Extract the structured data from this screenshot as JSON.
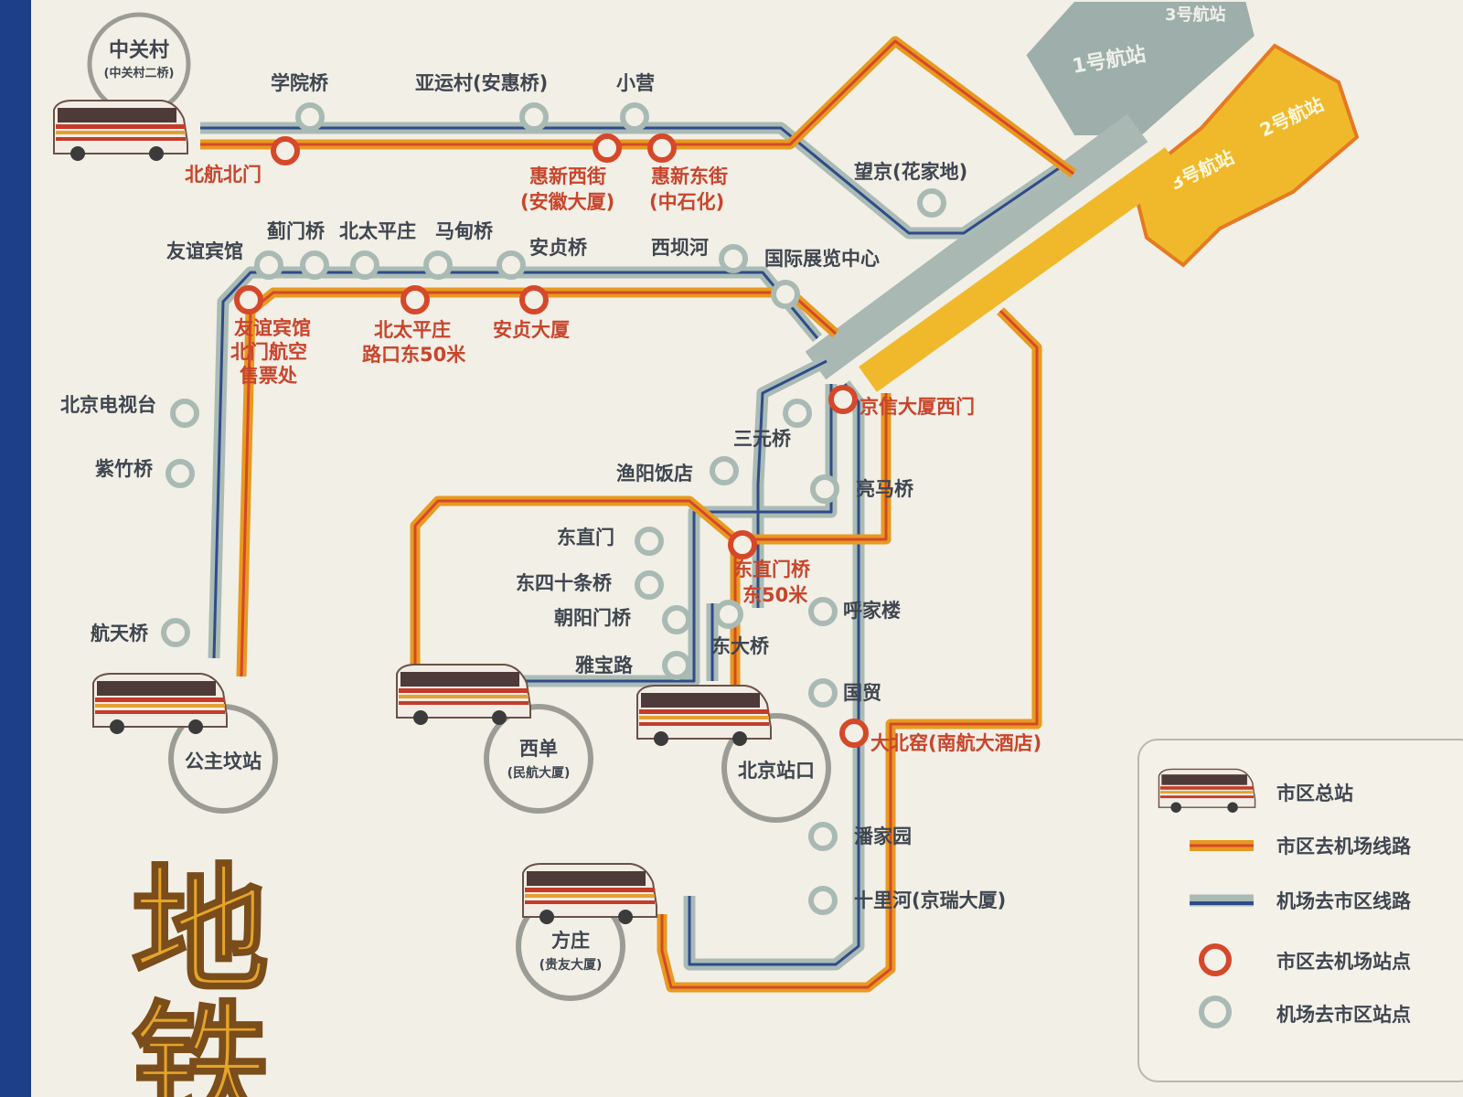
{
  "colors": {
    "to_airport_outer": "#e79a1f",
    "to_airport_inner": "#d5482a",
    "to_city_outer": "#aabbb5",
    "to_city_inner": "#2f4b8a",
    "terminal_gray": "#9eaeaa",
    "terminal_yellow": "#f0b92b",
    "label_red": "#c8452c",
    "label_dark": "#3f4650",
    "stop_red": "#d5482a",
    "stop_gray": "#a9bab4"
  },
  "terminals": {
    "t1": "1号航站",
    "t2": "2号航站",
    "t3": "3号航站",
    "t_extra": "3号航站"
  },
  "hubs": {
    "zhongguancun": {
      "name": "中关村",
      "sub": "(中关村二桥)"
    },
    "gongzhufen": {
      "name": "公主坟站"
    },
    "xidan": {
      "name": "西单",
      "sub": "(民航大厦)"
    },
    "beijingzhan": {
      "name": "北京站口"
    },
    "fangzhuang": {
      "name": "方庄",
      "sub": "(贵友大厦)"
    }
  },
  "stations_to_city": [
    {
      "id": "xueyuanqiao",
      "name": "学院桥"
    },
    {
      "id": "yayuncun",
      "name": "亚运村(安惠桥)"
    },
    {
      "id": "xiaoying",
      "name": "小营"
    },
    {
      "id": "wangjing",
      "name": "望京(花家地)"
    },
    {
      "id": "youyibinguan",
      "name": "友谊宾馆"
    },
    {
      "id": "weigongcun",
      "name": "蓟门桥"
    },
    {
      "id": "beitaipingzhuang",
      "name": "北太平庄"
    },
    {
      "id": "madianqiao",
      "name": "马甸桥"
    },
    {
      "id": "anzhenqiao",
      "name": "安贞桥"
    },
    {
      "id": "xibahe",
      "name": "西坝河"
    },
    {
      "id": "guojizhanlan",
      "name": "国际展览中心"
    },
    {
      "id": "beijingdianshitai",
      "name": "北京电视台"
    },
    {
      "id": "zizhuqiao",
      "name": "紫竹桥"
    },
    {
      "id": "hangtianqiao",
      "name": "航天桥"
    },
    {
      "id": "sanyuanqiao",
      "name": "三元桥"
    },
    {
      "id": "yuyangfandian",
      "name": "渔阳饭店"
    },
    {
      "id": "liangmaqiao",
      "name": "亮马桥"
    },
    {
      "id": "dongzhimen",
      "name": "东直门"
    },
    {
      "id": "dongsishitiao",
      "name": "东四十条桥"
    },
    {
      "id": "chaoyangmen",
      "name": "朝阳门桥"
    },
    {
      "id": "yabaolu",
      "name": "雅宝路"
    },
    {
      "id": "dongdaqiao",
      "name": "东大桥"
    },
    {
      "id": "hujialou",
      "name": "呼家楼"
    },
    {
      "id": "guomao",
      "name": "国贸"
    },
    {
      "id": "panjiayuan",
      "name": "潘家园"
    },
    {
      "id": "shilihe",
      "name": "十里河(京瑞大厦)"
    }
  ],
  "stations_to_airport": [
    {
      "id": "beihangbeimen",
      "name": "北航北门"
    },
    {
      "id": "huixinxijie",
      "name": "惠新西街",
      "sub": "(安徽大厦)"
    },
    {
      "id": "huixindongjie",
      "name": "惠新东街",
      "sub": "(中石化)"
    },
    {
      "id": "youyibeimen",
      "name": "友谊宾馆",
      "sub": "北门航空",
      "sub2": "售票处"
    },
    {
      "id": "beitaipingzhuanglukou",
      "name": "北太平庄",
      "sub": "路口东50米"
    },
    {
      "id": "anzhendasha",
      "name": "安贞大厦"
    },
    {
      "id": "jingxindasha",
      "name": "京信大厦西门"
    },
    {
      "id": "dongzhimenqiao",
      "name": "东直门桥",
      "sub": "东50米"
    },
    {
      "id": "dabeiyao",
      "name": "大北窑(南航大酒店)"
    }
  ],
  "legend": {
    "hub": "市区总站",
    "to_airport_route": "市区去机场线路",
    "to_city_route": "机场去市区线路",
    "to_airport_stop": "市区去机场站点",
    "to_city_stop": "机场去市区站点"
  },
  "big_title": {
    "line1": "地",
    "line2": "铁"
  }
}
